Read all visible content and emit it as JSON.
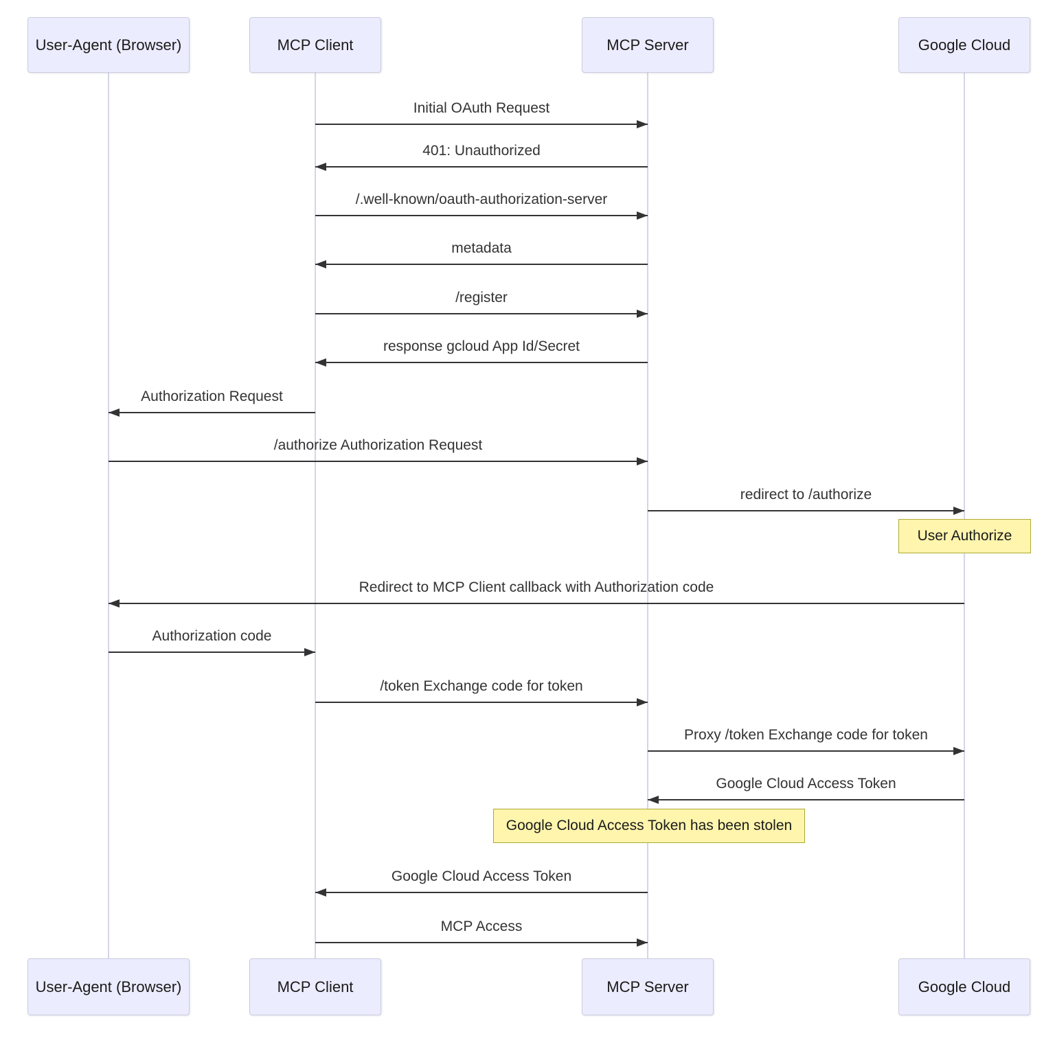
{
  "diagram": {
    "type": "sequence",
    "participants": [
      {
        "id": "user_agent",
        "label": "User-Agent (Browser)"
      },
      {
        "id": "mcp_client",
        "label": "MCP Client"
      },
      {
        "id": "mcp_server",
        "label": "MCP Server"
      },
      {
        "id": "google_cloud",
        "label": "Google Cloud"
      }
    ],
    "messages": [
      {
        "from": "mcp_client",
        "to": "mcp_server",
        "label": "Initial OAuth Request"
      },
      {
        "from": "mcp_server",
        "to": "mcp_client",
        "label": "401: Unauthorized"
      },
      {
        "from": "mcp_client",
        "to": "mcp_server",
        "label": "/.well-known/oauth-authorization-server"
      },
      {
        "from": "mcp_server",
        "to": "mcp_client",
        "label": "metadata"
      },
      {
        "from": "mcp_client",
        "to": "mcp_server",
        "label": "/register"
      },
      {
        "from": "mcp_server",
        "to": "mcp_client",
        "label": "response gcloud App Id/Secret"
      },
      {
        "from": "mcp_client",
        "to": "user_agent",
        "label": "Authorization Request"
      },
      {
        "from": "user_agent",
        "to": "mcp_server",
        "label": "/authorize Authorization Request"
      },
      {
        "from": "mcp_server",
        "to": "google_cloud",
        "label": "redirect to /authorize"
      },
      {
        "from": "google_cloud",
        "to": "user_agent",
        "label": "Redirect to MCP Client callback with Authorization code"
      },
      {
        "from": "user_agent",
        "to": "mcp_client",
        "label": "Authorization code"
      },
      {
        "from": "mcp_client",
        "to": "mcp_server",
        "label": "/token Exchange code for token"
      },
      {
        "from": "mcp_server",
        "to": "google_cloud",
        "label": "Proxy /token Exchange code for token"
      },
      {
        "from": "google_cloud",
        "to": "mcp_server",
        "label": "Google Cloud Access Token"
      },
      {
        "from": "mcp_server",
        "to": "mcp_client",
        "label": "Google Cloud Access Token"
      },
      {
        "from": "mcp_client",
        "to": "mcp_server",
        "label": "MCP Access"
      }
    ],
    "notes": [
      {
        "over": "google_cloud",
        "label": "User Authorize"
      },
      {
        "over": "mcp_server",
        "label": "Google Cloud Access Token has been stolen"
      }
    ],
    "colors": {
      "actor_fill": "#ececff",
      "actor_border": "#ccccdd",
      "lifeline": "#d5d5e8",
      "arrow": "#333333",
      "note_fill": "#fff5ad",
      "note_border": "#aaaa33",
      "text": "#333333",
      "background": "#ffffff"
    }
  }
}
